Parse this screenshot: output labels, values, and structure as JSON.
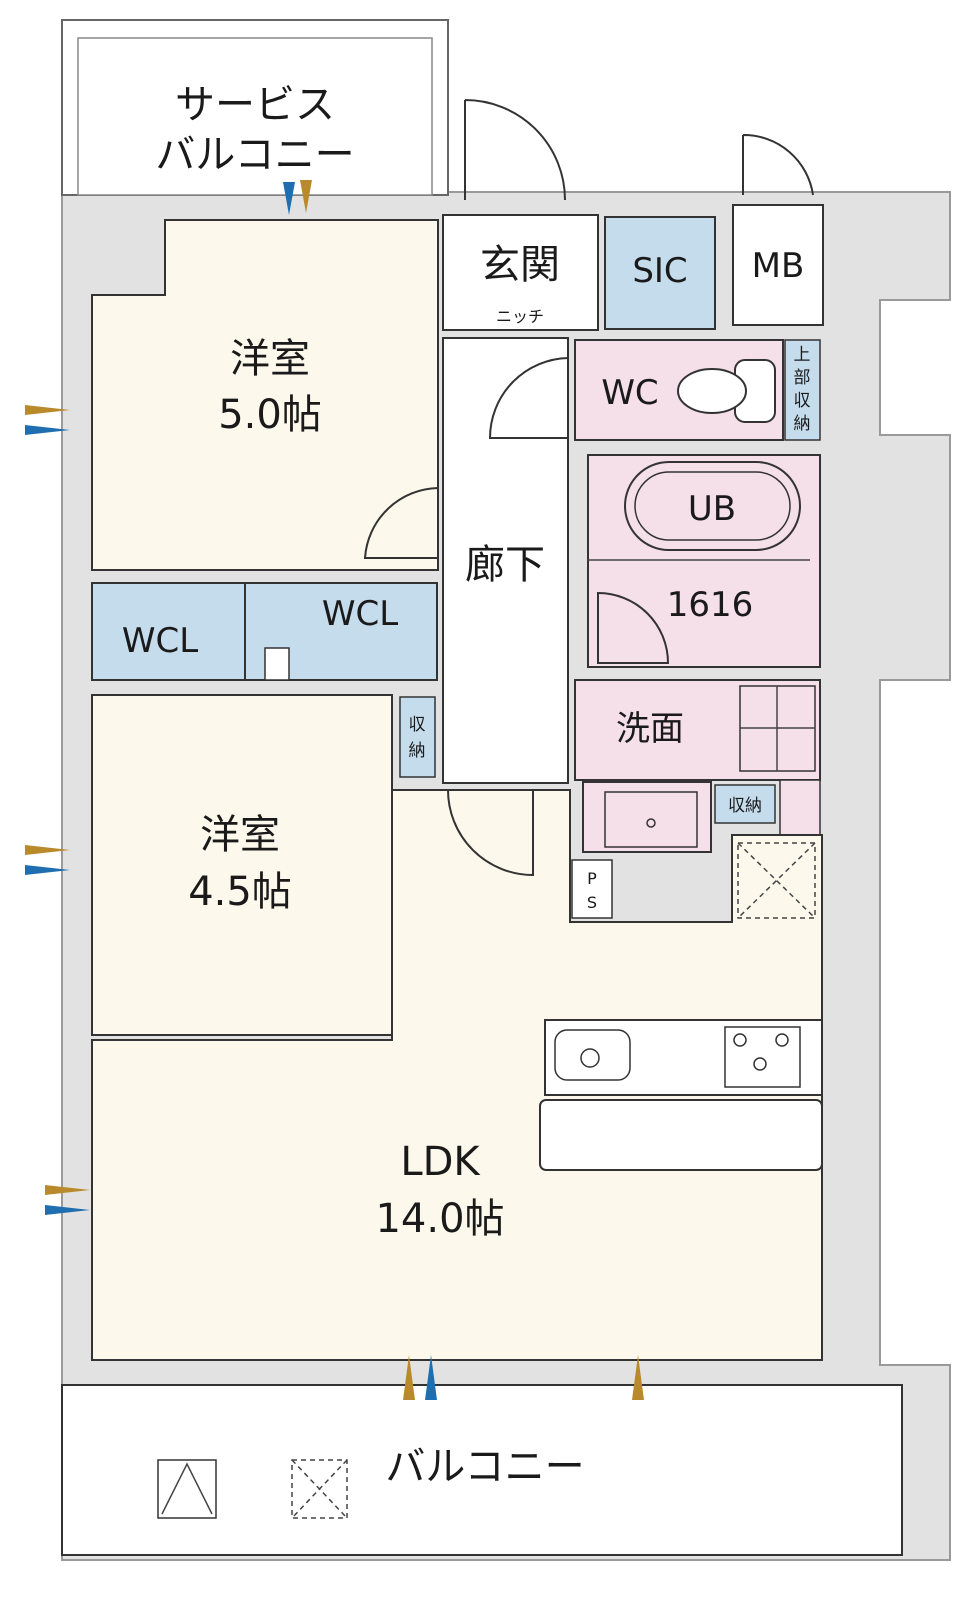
{
  "rooms": {
    "service_balcony": [
      "サービス",
      "バルコニー"
    ],
    "bedroom1": [
      "洋室",
      "5.0帖"
    ],
    "bedroom2": [
      "洋室",
      "4.5帖"
    ],
    "ldk": [
      "LDK",
      "14.0帖"
    ],
    "balcony": "バルコニー",
    "entrance": "玄関",
    "niche": "ニッチ",
    "sic": "SIC",
    "mb": "MB",
    "wc": "WC",
    "upper_storage": [
      "上",
      "部",
      "収",
      "納"
    ],
    "ub": "UB",
    "ub_size": "1616",
    "corridor": "廊下",
    "washroom": "洗面",
    "storage_small": "収納",
    "storage_v": [
      "収",
      "納"
    ],
    "wcl_left": "WCL",
    "wcl_right": "WCL",
    "ps": [
      "P",
      "S"
    ]
  },
  "colors": {
    "floor": "#fcf9ec",
    "storage": "#c5dced",
    "wet": "#f5dfe8",
    "wall": "#e2e2e2",
    "arrow_warm": "#b98a2c",
    "arrow_cool": "#1f6fb0"
  }
}
